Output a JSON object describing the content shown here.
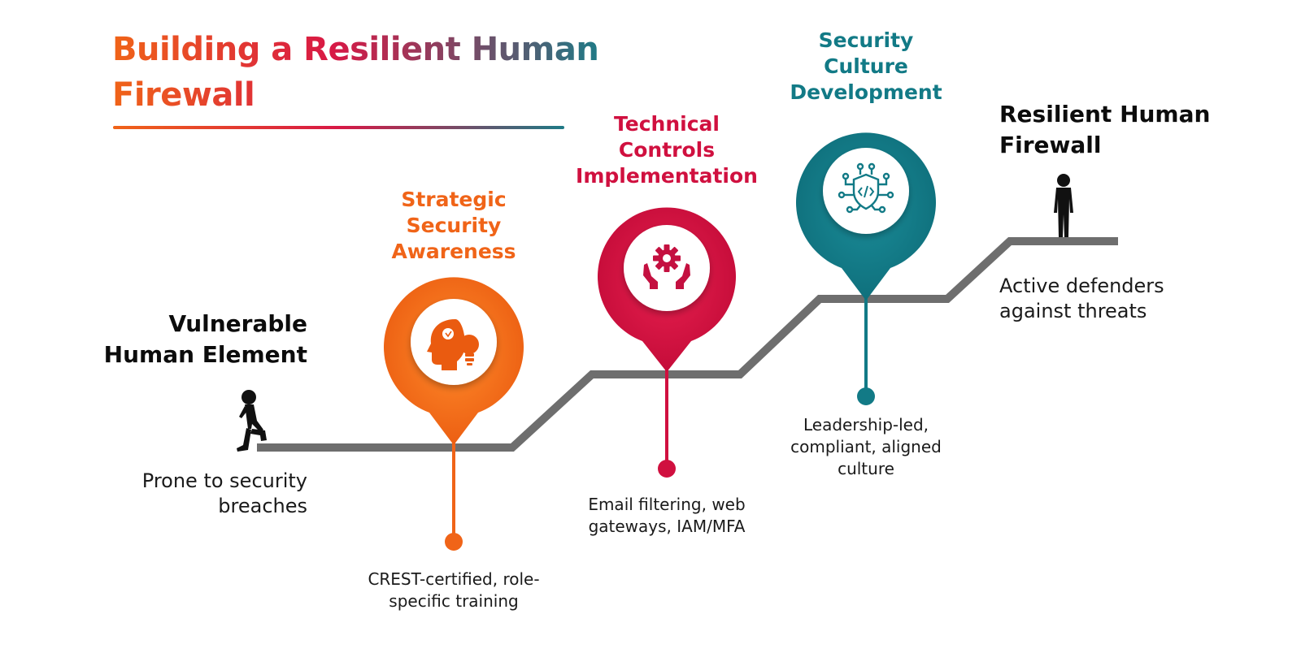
{
  "title": "Building a Resilient Human Firewall",
  "colors": {
    "orange": "#f06418",
    "crimson": "#d0103f",
    "teal": "#127a86",
    "path": "#6e6e6e",
    "text": "#111111"
  },
  "start": {
    "title": "Vulnerable Human Element",
    "description": "Prone to security breaches",
    "icon": "person-climbing-icon"
  },
  "stages": [
    {
      "title": "Strategic Security Awareness",
      "description": "CREST-certified, role-specific training",
      "icon": "head-lightbulb-icon",
      "color": "#f06418"
    },
    {
      "title": "Technical Controls Implementation",
      "description": "Email filtering, web gateways, IAM/MFA",
      "icon": "hands-gear-icon",
      "color": "#d0103f"
    },
    {
      "title": "Security Culture Development",
      "description": "Leadership-led, compliant, aligned culture",
      "icon": "shield-circuit-icon",
      "color": "#127a86"
    }
  ],
  "end": {
    "title": "Resilient Human Firewall",
    "description": "Active defenders against threats",
    "icon": "person-standing-icon"
  }
}
